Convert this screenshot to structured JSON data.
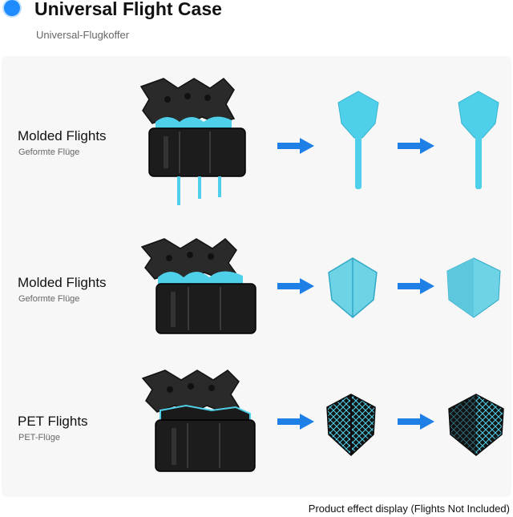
{
  "header": {
    "title": "Universal Flight Case",
    "subtitle": "Universal-Flugkoffer"
  },
  "rows": [
    {
      "label": "Molded Flights",
      "sub": "Geformte Flüge"
    },
    {
      "label": "Molded Flights",
      "sub": "Geformte Flüge"
    },
    {
      "label": "PET Flights",
      "sub": "PET-Flüge"
    }
  ],
  "caption": "Product effect display (Flights Not Included)",
  "colors": {
    "accent": "#1e8bff",
    "arrow": "#1e7fe6",
    "flight_blue": "#4fd0ea",
    "case_black": "#1c1c1c"
  },
  "icons": [
    "bullet-dot-icon",
    "arrow-right-icon",
    "flight-case-icon",
    "dart-flight-icon"
  ]
}
